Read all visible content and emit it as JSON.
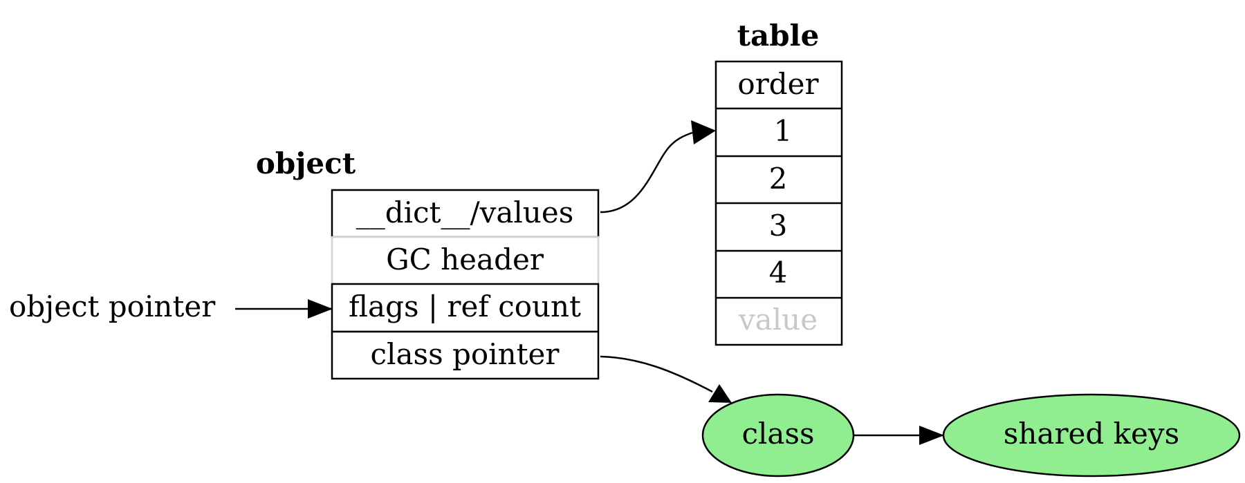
{
  "object": {
    "title": "object",
    "cells": [
      "__dict__/values",
      "GC header",
      "flags | ref count",
      "class pointer"
    ]
  },
  "table": {
    "title": "table",
    "cells": [
      "order",
      "1",
      "2",
      "3",
      "4",
      "value"
    ]
  },
  "pointer_label": "object pointer",
  "nodes": {
    "class": "class",
    "shared_keys": "shared keys"
  },
  "colors": {
    "node_fill": "#90ee90",
    "faded_border": "#d3d3d3",
    "faded_text": "#c8c8c8"
  }
}
